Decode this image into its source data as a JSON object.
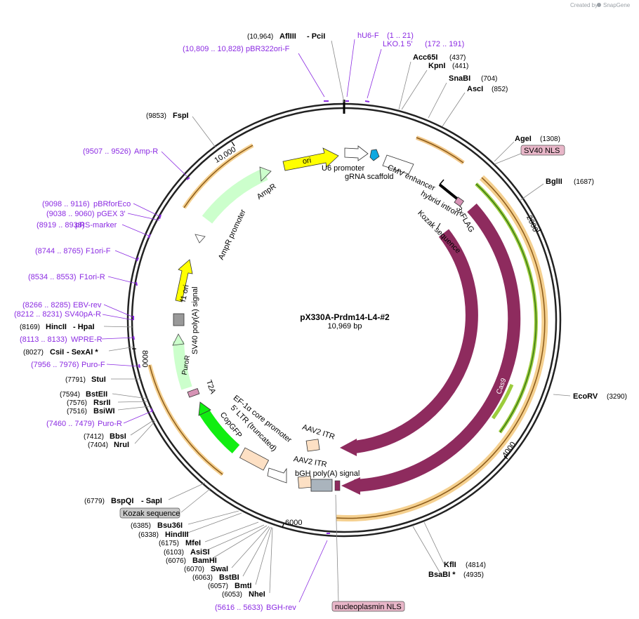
{
  "credit": {
    "created_by": "Created by",
    "brand": "SnapGene"
  },
  "plasmid": {
    "name": "pX330A-Prdm14-L4-#2",
    "size": "10,969 bp"
  },
  "ticks": [
    "10,000",
    "2000",
    "4000",
    "6000",
    "8000"
  ],
  "features": {
    "ori": "ori",
    "u6_promoter": "U6 promoter",
    "grna_scaffold": "gRNA scaffold",
    "cmv_enhancer": "CMV enhancer",
    "hybrid_intron": "hybrid intron",
    "flag": "3xFLAG",
    "kozak": "Kozak sequence",
    "cas9_inner": "Cas9",
    "cas9_outer": "Cas9",
    "aav2_itr_1": "AAV2 ITR",
    "aav2_itr_2": "AAV2 ITR",
    "bgh": "bGH poly(A) signal",
    "ampr": "AmpR",
    "ampr_promoter": "AmpR promoter",
    "f1_ori": "f1 ori",
    "sv40_polya": "SV40 poly(A) signal",
    "puror": "PuroR",
    "t2a": "T2A",
    "ef1a": "EF-1α core promoter",
    "ltr": "5' LTR (truncated)",
    "copgfp": "CopGFP"
  },
  "boxed_labels": {
    "sv40_nls": "SV40 NLS",
    "kozak_box": "Kozak sequence",
    "nucleoplasmin_nls": "nucleoplasmin NLS"
  },
  "enzymes": [
    {
      "id": "afliii",
      "pos": "(10,964)",
      "name": "AflIII",
      "extra": "- PciI"
    },
    {
      "id": "acc65i",
      "pos": "(437)",
      "name": "Acc65I"
    },
    {
      "id": "kpni",
      "pos": "(441)",
      "name": "KpnI"
    },
    {
      "id": "snabi",
      "pos": "(704)",
      "name": "SnaBI"
    },
    {
      "id": "asci",
      "pos": "(852)",
      "name": "AscI"
    },
    {
      "id": "agei",
      "pos": "(1308)",
      "name": "AgeI"
    },
    {
      "id": "bglii",
      "pos": "(1687)",
      "name": "BglII"
    },
    {
      "id": "ecorv",
      "pos": "(3290)",
      "name": "EcoRV"
    },
    {
      "id": "kfli",
      "pos": "(4814)",
      "name": "KflI"
    },
    {
      "id": "bsabi",
      "pos": "(4935)",
      "name": "BsaBI *"
    },
    {
      "id": "fspi",
      "pos": "(9853)",
      "name": "FspI"
    },
    {
      "id": "hincii",
      "pos": "(8169)",
      "name": "HincII",
      "extra": "- HpaI"
    },
    {
      "id": "csii",
      "pos": "(8027)",
      "name": "CsiI",
      "extra": "- SexAI *"
    },
    {
      "id": "stui",
      "pos": "(7791)",
      "name": "StuI"
    },
    {
      "id": "bsteii",
      "pos": "(7594)",
      "name": "BstEII"
    },
    {
      "id": "rsrii",
      "pos": "(7576)",
      "name": "RsrII"
    },
    {
      "id": "bsiwi",
      "pos": "(7516)",
      "name": "BsiWI"
    },
    {
      "id": "bbsi",
      "pos": "(7412)",
      "name": "BbsI"
    },
    {
      "id": "nrui",
      "pos": "(7404)",
      "name": "NruI"
    },
    {
      "id": "bspqi",
      "pos": "(6779)",
      "name": "BspQI",
      "extra": "- SapI"
    },
    {
      "id": "bsu36i",
      "pos": "(6385)",
      "name": "Bsu36I"
    },
    {
      "id": "hindiii",
      "pos": "(6338)",
      "name": "HindIII"
    },
    {
      "id": "mfei",
      "pos": "(6175)",
      "name": "MfeI"
    },
    {
      "id": "asisi",
      "pos": "(6103)",
      "name": "AsiSI"
    },
    {
      "id": "bamhi",
      "pos": "(6076)",
      "name": "BamHI"
    },
    {
      "id": "swai",
      "pos": "(6070)",
      "name": "SwaI"
    },
    {
      "id": "bstbi",
      "pos": "(6063)",
      "name": "BstBI"
    },
    {
      "id": "bmti",
      "pos": "(6057)",
      "name": "BmtI"
    },
    {
      "id": "nhei",
      "pos": "(6053)",
      "name": "NheI"
    }
  ],
  "primers": [
    {
      "id": "pbr322ori",
      "range": "(10,809 .. 10,828)",
      "name": "pBR322ori-F"
    },
    {
      "id": "hu6",
      "range": "(1 .. 21)",
      "name": "hU6-F"
    },
    {
      "id": "lko",
      "range": "(172 .. 191)",
      "name": "LKO.1 5'"
    },
    {
      "id": "ampr_primer",
      "range": "(9507 .. 9526)",
      "name": "Amp-R"
    },
    {
      "id": "pbrforeco",
      "range": "(9098 .. 9116)",
      "name": "pBRforEco"
    },
    {
      "id": "pgex3",
      "range": "(9038 .. 9060)",
      "name": "pGEX 3'"
    },
    {
      "id": "prs",
      "range": "(8919 .. 8938)",
      "name": "pRS-marker"
    },
    {
      "id": "f1orif",
      "range": "(8744 .. 8765)",
      "name": "F1ori-F"
    },
    {
      "id": "f1orir",
      "range": "(8534 .. 8553)",
      "name": "F1ori-R"
    },
    {
      "id": "ebvrev",
      "range": "(8266 .. 8285)",
      "name": "EBV-rev"
    },
    {
      "id": "sv40pa",
      "range": "(8212 .. 8231)",
      "name": "SV40pA-R"
    },
    {
      "id": "wpre",
      "range": "(8113 .. 8133)",
      "name": "WPRE-R"
    },
    {
      "id": "purof",
      "range": "(7956 .. 7976)",
      "name": "Puro-F"
    },
    {
      "id": "puror_primer",
      "range": "(7460 .. 7479)",
      "name": "Puro-R"
    },
    {
      "id": "bghrev",
      "range": "(5616 .. 5633)",
      "name": "BGH-rev"
    }
  ],
  "colors": {
    "backbone": "#222222",
    "cas9": "#8e2b5e",
    "ori": "#ffff00",
    "ampr": "#ccffcc",
    "copgfp": "#11ee11",
    "orange_track": "#f2a33a",
    "primer": "#8b2be2",
    "box_pink": "#e8b6c8",
    "box_gray": "#c8c8c8"
  }
}
